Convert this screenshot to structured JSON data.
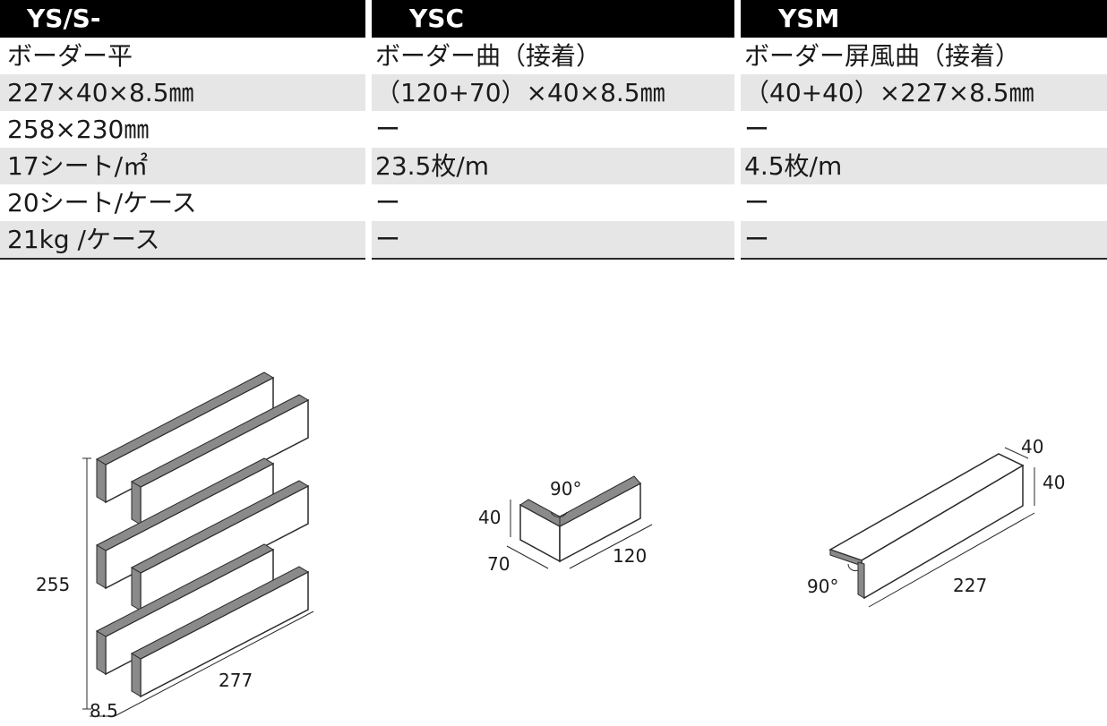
{
  "columns": [
    {
      "code": "YS/S-",
      "rows": [
        "ボーダー平",
        "227×40×8.5㎜",
        "258×230㎜",
        "17シート/㎡",
        "20シート/ケース",
        "21kg /ケース"
      ]
    },
    {
      "code": "YSC",
      "rows": [
        "ボーダー曲（接着）",
        "（120+70）×40×8.5㎜",
        "ー",
        "23.5枚/m",
        "ー",
        "ー"
      ]
    },
    {
      "code": "YSM",
      "rows": [
        "ボーダー屏風曲（接着）",
        "（40+40）×227×8.5㎜",
        "ー",
        "4.5枚/m",
        "ー",
        "ー"
      ]
    }
  ],
  "figures": {
    "ys": {
      "height": "255",
      "length": "277",
      "thickness": "8.5"
    },
    "ysc": {
      "angle": "90°",
      "height": "40",
      "short_leg": "70",
      "long_leg": "120"
    },
    "ysm": {
      "top": "40",
      "side": "40",
      "angle": "90°",
      "length": "227"
    }
  },
  "colors": {
    "header_bg": "#000000",
    "row_shade": "#e6e6e6",
    "tile_face": "#ffffff",
    "tile_edge": "#8a8a8a"
  }
}
